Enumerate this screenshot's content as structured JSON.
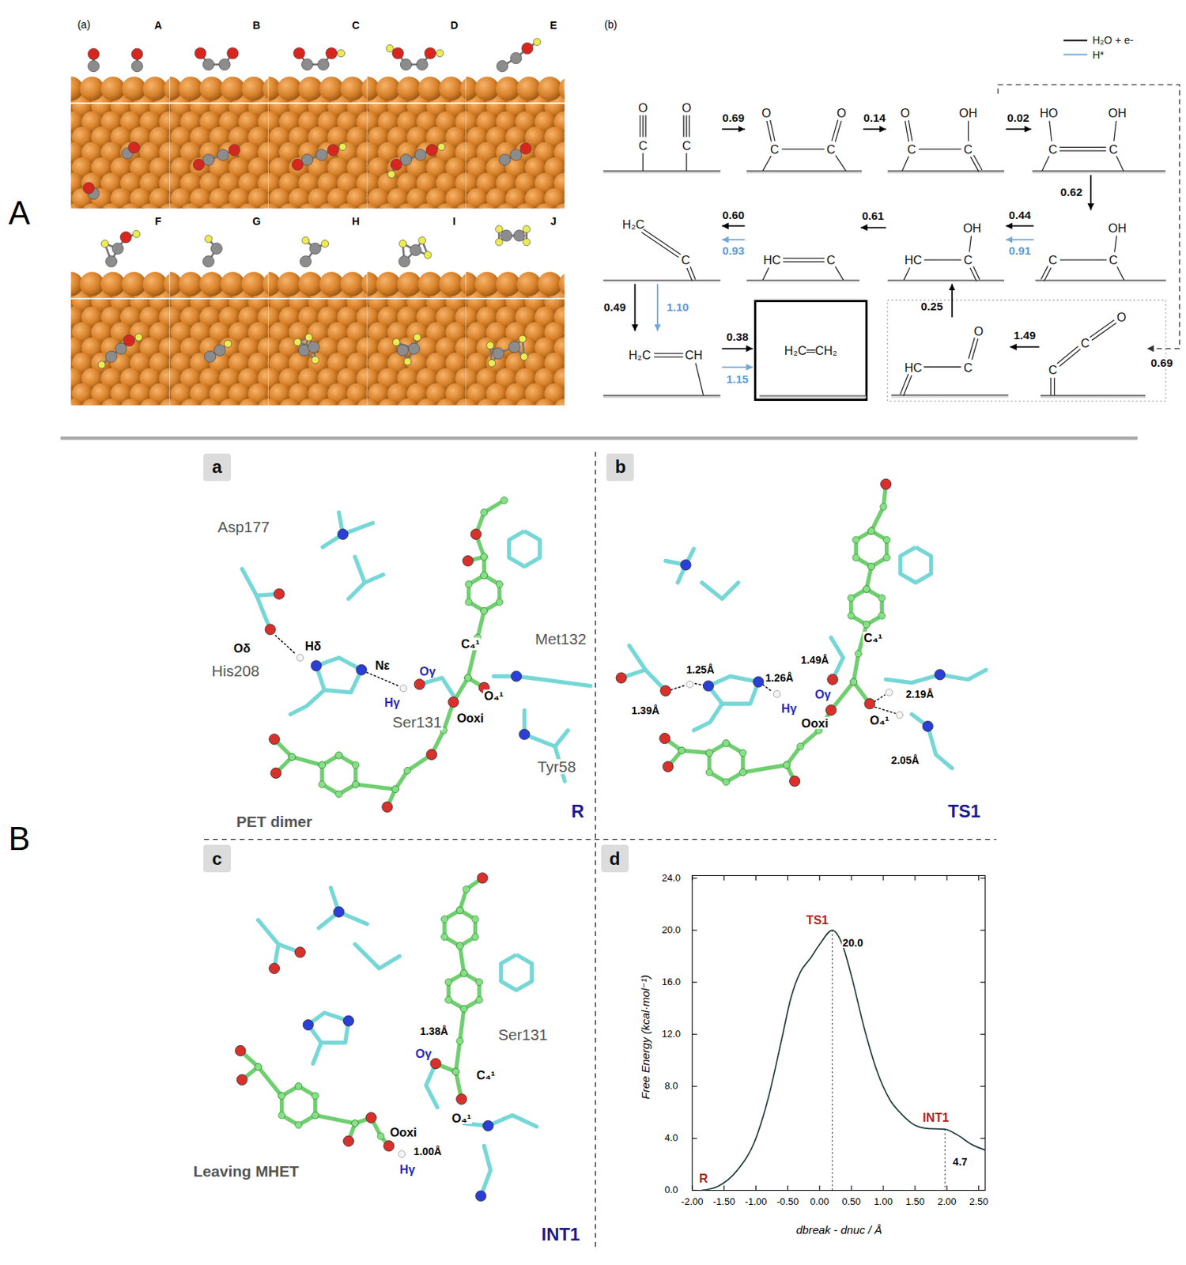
{
  "diagram": {
    "nodes": [
      {
        "text": [
          "O",
          "O",
          "C",
          "C"
        ]
      },
      {
        "text": [
          "O",
          "O",
          "C",
          "C"
        ]
      },
      {
        "text": [
          "O",
          "OH",
          "C",
          "C"
        ]
      },
      {
        "text": [
          "HO",
          "OH",
          "C",
          "C"
        ]
      },
      {
        "text": [
          "OH",
          "C",
          "C"
        ]
      },
      {
        "text": [
          "OH",
          "HC",
          "C"
        ]
      },
      {
        "text": [
          "HC",
          "C"
        ]
      },
      {
        "text": [
          "H₂C",
          "C"
        ]
      },
      {
        "text": [
          "H₂C",
          "CH"
        ]
      },
      {
        "text": [
          "H₂C═CH₂"
        ]
      },
      {
        "text": [
          "O",
          "HC",
          "C"
        ]
      },
      {
        "text": [
          "O",
          "C",
          "C"
        ]
      },
      {
        "text": [
          "a"
        ]
      },
      {
        "text": [
          "b"
        ]
      },
      {
        "text": [
          "c"
        ]
      },
      {
        "text": [
          "d"
        ]
      }
    ],
    "edges": [
      {
        "from": 0,
        "to": 1,
        "arrow": "to",
        "label": "0.69"
      },
      {
        "from": 1,
        "to": 2,
        "arrow": "to",
        "label": "0.14"
      },
      {
        "from": 2,
        "to": 3,
        "arrow": "to",
        "label": "0.02"
      },
      {
        "from": 3,
        "to": 4,
        "arrow": "to",
        "label": "0.62"
      },
      {
        "from": 4,
        "to": 5,
        "arrow": "to",
        "label": "0.44"
      },
      {
        "from": 4,
        "to": 5,
        "arrow": "to",
        "label": "0.91"
      },
      {
        "from": 5,
        "to": 6,
        "arrow": "to",
        "label": "0.61"
      },
      {
        "from": 6,
        "to": 7,
        "arrow": "to",
        "label": "0.60"
      },
      {
        "from": 6,
        "to": 7,
        "arrow": "to",
        "label": "0.93"
      },
      {
        "from": 7,
        "to": 8,
        "arrow": "to",
        "label": "0.49"
      },
      {
        "from": 7,
        "to": 8,
        "arrow": "to",
        "label": "1.10"
      },
      {
        "from": 8,
        "to": 9,
        "arrow": "to",
        "label": "0.38"
      },
      {
        "from": 8,
        "to": 9,
        "arrow": "to",
        "label": "1.15"
      },
      {
        "from": 2,
        "to": 11,
        "arrow": "to",
        "label": "0.69"
      },
      {
        "from": 11,
        "to": 10,
        "arrow": "to",
        "label": "1.49"
      },
      {
        "from": 10,
        "to": 5,
        "arrow": "to",
        "label": "0.25"
      }
    ],
    "labels": [
      "A",
      "(a)",
      "A",
      "B",
      "C",
      "D",
      "E",
      "F",
      "G",
      "H",
      "I",
      "J",
      "(b)",
      "B",
      "Asp177",
      "Oδ",
      "Hδ",
      "His208",
      "Nε",
      "Hγ",
      "Oγ",
      "Ser131",
      "C₄¹",
      "O₄¹",
      "Ooxi",
      "Met132",
      "Tyr58",
      "PET dimer",
      "R",
      "1.49Å",
      "C₄¹",
      "1.39Å",
      "1.25Å",
      "1.26Å",
      "Oγ",
      "Hγ",
      "Ooxi",
      "2.19Å",
      "O₄¹",
      "2.05Å",
      "TS1",
      "1.38Å",
      "Ser131",
      "Oγ",
      "C₄¹",
      "O₄¹",
      "Ooxi",
      "1.00Å",
      "Hγ",
      "Leaving MHET",
      "INT1",
      "0.0",
      "4.0",
      "8.0",
      "12.0",
      "16.0",
      "20.0",
      "24.0",
      "-2.00",
      "-1.50",
      "-1.00",
      "-0.50",
      "0.00",
      "0.50",
      "1.00",
      "1.50",
      "2.00",
      "2.50",
      "Free Energy (kcal·mol⁻¹)",
      "dbreak - dnuc / Å",
      "TS1",
      "20.0",
      "INT1",
      "4.7",
      "R"
    ],
    "legend": [
      {
        "text": "H₂O + e-"
      },
      {
        "text": "H*"
      }
    ]
  }
}
